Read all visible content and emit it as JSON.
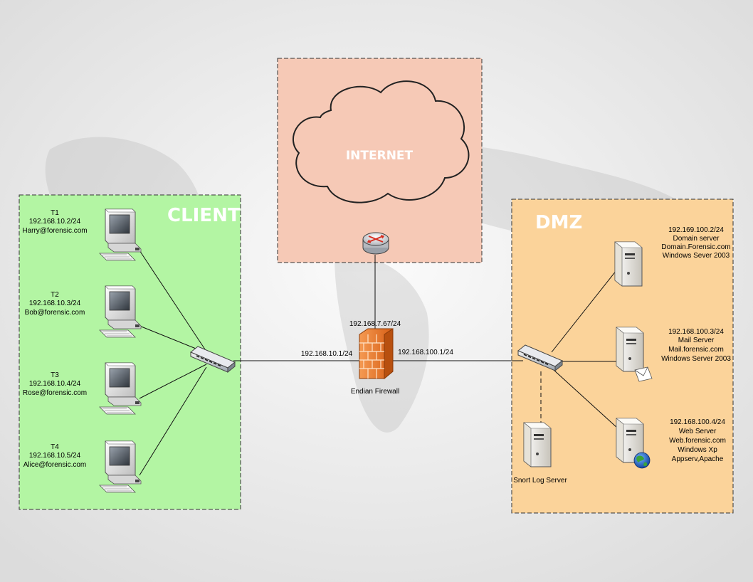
{
  "zones": {
    "internet": {
      "title": "INTERNET"
    },
    "client": {
      "title": "CLIENT"
    },
    "dmz": {
      "title": "DMZ"
    }
  },
  "clients": [
    {
      "name": "T1",
      "ip": "192.168.10.2/24",
      "user": "Harry@forensic.com"
    },
    {
      "name": "T2",
      "ip": "192.168.10.3/24",
      "user": "Bob@forensic.com"
    },
    {
      "name": "T3",
      "ip": "192.168.10.4/24",
      "user": "Rose@forensic.com"
    },
    {
      "name": "T4",
      "ip": "192.168.10.5/24",
      "user": "Alice@forensic.com"
    }
  ],
  "servers": [
    {
      "lines": [
        "192.169.100.2/24",
        "Domain server",
        "Domain.Forensic.com",
        "Windows Sever 2003"
      ]
    },
    {
      "lines": [
        "192.168.100.3/24",
        "Mail Server",
        "Mail.forensic.com",
        "Windows Server 2003"
      ]
    },
    {
      "lines": [
        "192.168.100.4/24",
        "Web Server",
        "Web.forensic.com",
        "Windows Xp",
        "Appserv,Apache"
      ]
    }
  ],
  "firewall": {
    "name": "Endian Firewall",
    "wan_ip": "192.168.7.67/24",
    "client_ip": "192.168.10.1/24",
    "dmz_ip": "192.168.100.1/24"
  },
  "snort": {
    "name": "Snort Log Server"
  },
  "colors": {
    "internet_zone": "#f6c9b6",
    "client_zone": "#b3f5a3",
    "dmz_zone": "#fbd39a",
    "zone_title_text": "#ffffff",
    "firewall_brick": "#f07a2e"
  }
}
